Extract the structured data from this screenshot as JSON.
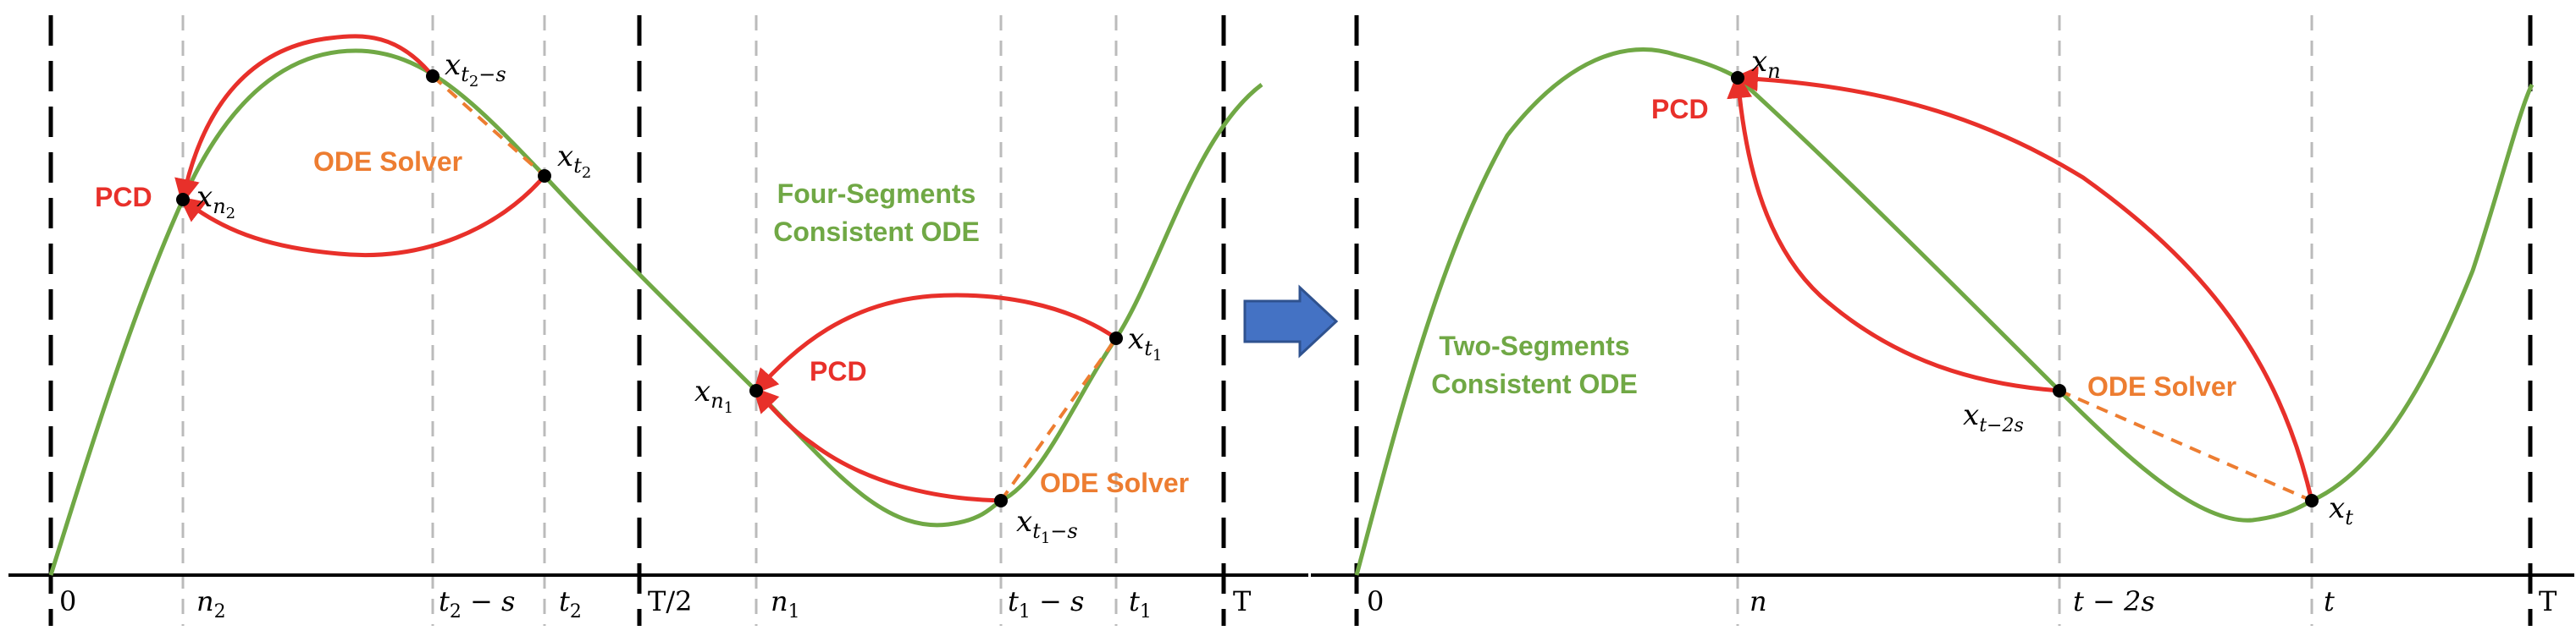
{
  "left_panel": {
    "axis_ticks": [
      "0",
      "n",
      "t",
      "T/2",
      "T"
    ],
    "tick_math": {
      "n2": {
        "base": "n",
        "sub": "2"
      },
      "t2_minus_s": {
        "base": "t",
        "sub": "2",
        "rest": " − s"
      },
      "t2": {
        "base": "t",
        "sub": "2"
      },
      "n1": {
        "base": "n",
        "sub": "1"
      },
      "t1_minus_s": {
        "base": "t",
        "sub": "1",
        "rest": " − s"
      },
      "t1": {
        "base": "t",
        "sub": "1"
      }
    },
    "points": {
      "x_n2": {
        "base": "x",
        "sub": "n",
        "subsub": "2"
      },
      "x_t2_s": {
        "base": "x",
        "sub": "t",
        "subsub": "2",
        "subrest": "−s"
      },
      "x_t2": {
        "base": "x",
        "sub": "t",
        "subsub": "2"
      },
      "x_n1": {
        "base": "x",
        "sub": "n",
        "subsub": "1"
      },
      "x_t1": {
        "base": "x",
        "sub": "t",
        "subsub": "1"
      },
      "x_t1_s": {
        "base": "x",
        "sub": "t",
        "subsub": "1",
        "subrest": "−s"
      }
    },
    "labels": {
      "pcd_top": "PCD",
      "ode_solver_top": "ODE Solver",
      "consistent_line1": "Four-Segments",
      "consistent_line2": "Consistent ODE",
      "pcd_bottom": "PCD",
      "ode_solver_bottom": "ODE Solver"
    }
  },
  "right_panel": {
    "axis_ticks": {
      "zero": "0",
      "n": "n",
      "t_minus_2s": "t − 2s",
      "t": "t",
      "T": "T"
    },
    "points": {
      "x_n": {
        "base": "x",
        "sub": "n"
      },
      "x_t2s": {
        "base": "x",
        "sub": "t−2s"
      },
      "x_t": {
        "base": "x",
        "sub": "t"
      }
    },
    "labels": {
      "pcd": "PCD",
      "ode_solver": "ODE Solver",
      "consistent_line1": "Two-Segments",
      "consistent_line2": "Consistent ODE"
    }
  },
  "colors": {
    "trajectory": "#70a845",
    "pcd": "#e8302a",
    "ode_solver": "#ed7d31",
    "arrow_fill": "#4472c4",
    "arrow_stroke": "#2f528f",
    "dashed_guide": "#bbbbbb",
    "boundary": "#000000"
  }
}
